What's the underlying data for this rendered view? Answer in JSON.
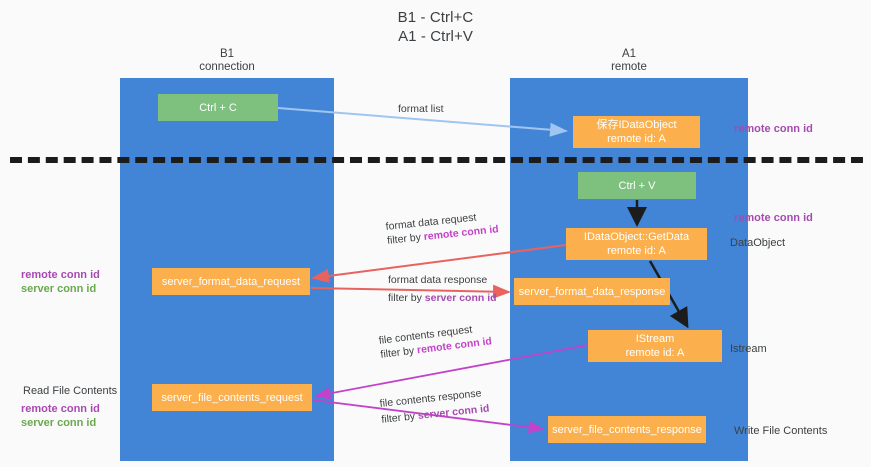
{
  "title": {
    "line1": "B1 - Ctrl+C",
    "line2": "A1 - Ctrl+V"
  },
  "columns": {
    "left": {
      "name": "B1",
      "role": "connection"
    },
    "right": {
      "name": "A1",
      "role": "remote"
    }
  },
  "colors": {
    "lane": "#4285d6",
    "green_box": "#7ec07e",
    "orange_box": "#fbb04d",
    "purple_text": "#a64ab0",
    "magenta_text": "#c442c9",
    "green_text": "#6aa84f",
    "divider": "#1c1c1c",
    "arrow_blue": "#9fc5f0",
    "arrow_red": "#e8635f",
    "arrow_black": "#1c1c1c",
    "arrow_magenta": "#c442c9",
    "background": "#fafafa"
  },
  "boxes": {
    "ctrl_c": {
      "line1": "Ctrl + C"
    },
    "idataobject": {
      "line1": "保存IDataObject",
      "line2": "remote id: A"
    },
    "ctrl_v": {
      "line1": "Ctrl + V"
    },
    "getdata": {
      "line1": "IDataObject::GetData",
      "line2": "remote id: A"
    },
    "server_format_data_request": {
      "line1": "server_format_data_request"
    },
    "server_format_data_response": {
      "line1": "server_format_data_response"
    },
    "istream": {
      "line1": "IStream",
      "line2": "remote id: A"
    },
    "server_file_contents_request": {
      "line1": "server_file_contents_request"
    },
    "server_file_contents_response": {
      "line1": "server_file_contents_response"
    }
  },
  "flow_labels": {
    "format_list": "format list",
    "format_data_request": "format data request",
    "format_data_request_filter_prefix": "filter by ",
    "format_data_request_filter_key": "remote conn id",
    "format_data_response": "format data response",
    "format_data_response_filter_prefix": "filter by ",
    "format_data_response_filter_key": "server conn id",
    "file_contents_request": "file contents request",
    "file_contents_request_filter_prefix": "filter by ",
    "file_contents_request_filter_key": "remote conn id",
    "file_contents_response": "file contents response",
    "file_contents_response_filter_prefix": "filter by ",
    "file_contents_response_filter_key": "server conn id"
  },
  "annotations": {
    "right_remote_conn_top": "remote conn id",
    "right_remote_conn_mid": "remote conn id",
    "right_dataobject": "DataObject",
    "right_istream": "Istream",
    "right_write_file_contents": "Write File Contents",
    "left_remote_conn": "remote conn id",
    "left_server_conn": "server conn id",
    "left_read_file_contents": "Read File Contents",
    "left_remote_conn_bottom": "remote conn id",
    "left_server_conn_bottom": "server conn id"
  }
}
